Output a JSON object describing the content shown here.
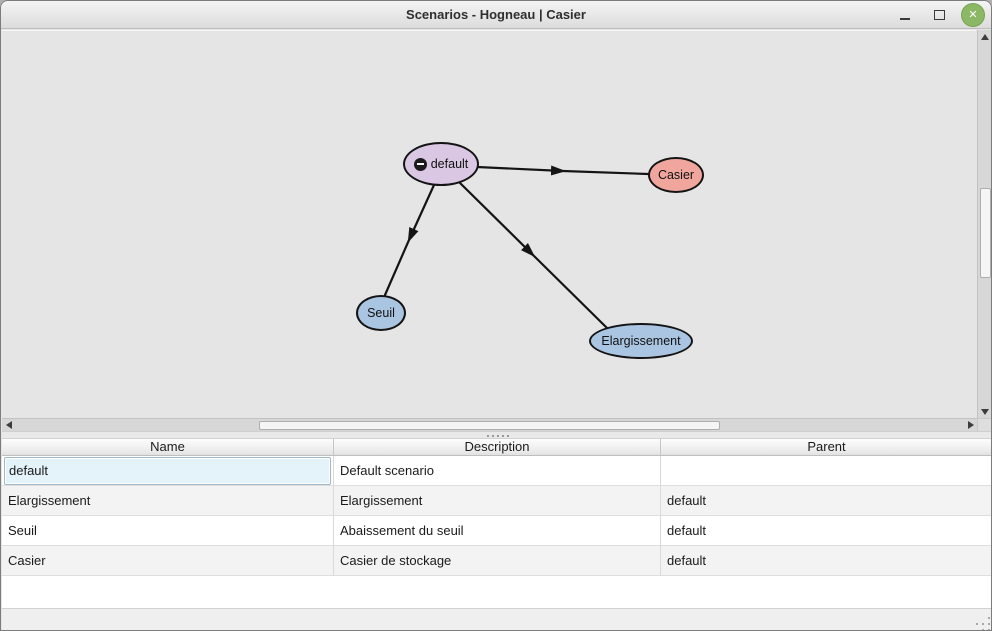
{
  "window": {
    "title": "Scenarios - Hogneau | Casier",
    "controls": {
      "close_glyph": "✕"
    }
  },
  "graph": {
    "nodes": [
      {
        "id": "default",
        "label": "default",
        "fill": "#d9c7e3",
        "icon": "minus-circle-icon"
      },
      {
        "id": "casier",
        "label": "Casier",
        "fill": "#f0a69d"
      },
      {
        "id": "seuil",
        "label": "Seuil",
        "fill": "#aac5e2"
      },
      {
        "id": "elargissement",
        "label": "Elargissement",
        "fill": "#aac5e2"
      }
    ],
    "edges": [
      {
        "from": "default",
        "to": "casier"
      },
      {
        "from": "default",
        "to": "seuil"
      },
      {
        "from": "default",
        "to": "elargissement"
      }
    ]
  },
  "table": {
    "columns": [
      "Name",
      "Description",
      "Parent"
    ],
    "rows": [
      {
        "name": "default",
        "description": "Default scenario",
        "parent": ""
      },
      {
        "name": "Elargissement",
        "description": "Elargissement",
        "parent": "default"
      },
      {
        "name": "Seuil",
        "description": "Abaissement du seuil",
        "parent": "default"
      },
      {
        "name": "Casier",
        "description": "Casier de stockage",
        "parent": "default"
      }
    ],
    "editing_cell": "default"
  },
  "colors": {
    "close_button": "#8cb865",
    "canvas_bg": "#e5e5e5",
    "selection_bg": "#e4f2fa",
    "edge_stroke": "#141414"
  }
}
